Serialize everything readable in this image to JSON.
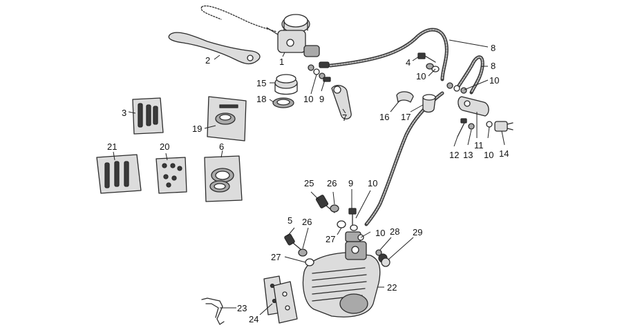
{
  "callouts": [
    {
      "id": "c1",
      "text": "1"
    },
    {
      "id": "c2",
      "text": "2"
    },
    {
      "id": "c3",
      "text": "3"
    },
    {
      "id": "c4",
      "text": "4"
    },
    {
      "id": "c5",
      "text": "5"
    },
    {
      "id": "c6",
      "text": "6"
    },
    {
      "id": "c7",
      "text": "7"
    },
    {
      "id": "c8a",
      "text": "8"
    },
    {
      "id": "c8b",
      "text": "8"
    },
    {
      "id": "c9a",
      "text": "9"
    },
    {
      "id": "c9b",
      "text": "9"
    },
    {
      "id": "c10a",
      "text": "10"
    },
    {
      "id": "c10b",
      "text": "10"
    },
    {
      "id": "c10c",
      "text": "10"
    },
    {
      "id": "c10d",
      "text": "10"
    },
    {
      "id": "c10e",
      "text": "10"
    },
    {
      "id": "c10f",
      "text": "10"
    },
    {
      "id": "c11",
      "text": "11"
    },
    {
      "id": "c12",
      "text": "12"
    },
    {
      "id": "c13",
      "text": "13"
    },
    {
      "id": "c14",
      "text": "14"
    },
    {
      "id": "c15",
      "text": "15"
    },
    {
      "id": "c16",
      "text": "16"
    },
    {
      "id": "c17",
      "text": "17"
    },
    {
      "id": "c18",
      "text": "18"
    },
    {
      "id": "c19",
      "text": "19"
    },
    {
      "id": "c20",
      "text": "20"
    },
    {
      "id": "c21",
      "text": "21"
    },
    {
      "id": "c22",
      "text": "22"
    },
    {
      "id": "c23",
      "text": "23"
    },
    {
      "id": "c24",
      "text": "24"
    },
    {
      "id": "c25",
      "text": "25"
    },
    {
      "id": "c26a",
      "text": "26"
    },
    {
      "id": "c26b",
      "text": "26"
    },
    {
      "id": "c27a",
      "text": "27"
    },
    {
      "id": "c27b",
      "text": "27"
    },
    {
      "id": "c28",
      "text": "28"
    },
    {
      "id": "c29",
      "text": "29"
    }
  ]
}
